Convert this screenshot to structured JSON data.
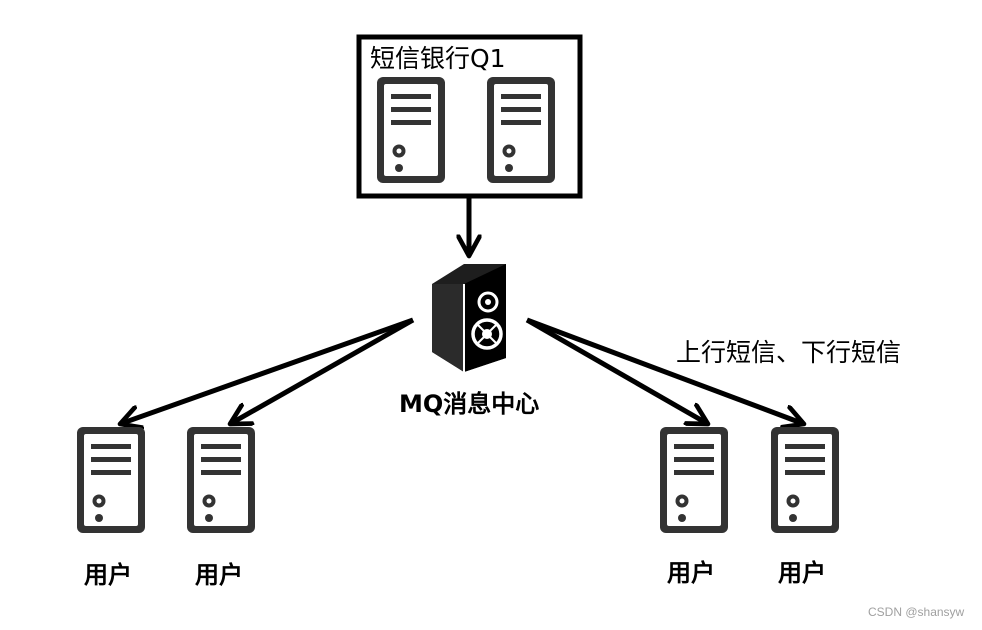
{
  "cluster": {
    "title": "短信银行Q1"
  },
  "mq": {
    "label": "MQ消息中心"
  },
  "edge_label": "上行短信、下行短信",
  "users": [
    {
      "label": "用户"
    },
    {
      "label": "用户"
    },
    {
      "label": "用户"
    },
    {
      "label": "用户"
    }
  ],
  "watermark": "CSDN @shansyw",
  "colors": {
    "stroke": "#000000",
    "server_fill": "#333333",
    "background": "#ffffff"
  }
}
